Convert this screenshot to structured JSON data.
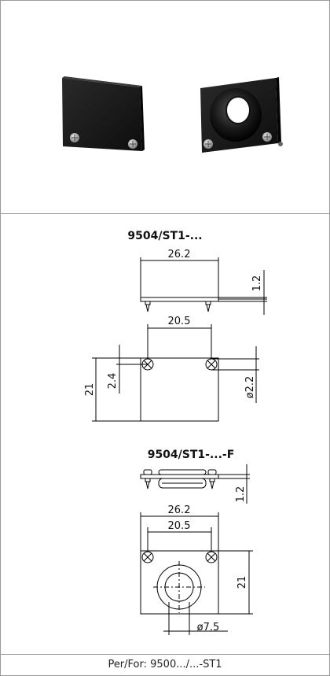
{
  "drawing_1": {
    "title": "9504/ST1-...",
    "width_label": "26.2",
    "thickness_label": "1.2",
    "hole_spacing_label": "20.5",
    "hole_offset_label": "2.4",
    "height_label": "21",
    "hole_diameter_label": "ø2.2"
  },
  "drawing_2": {
    "title": "9504/ST1-...-F",
    "thickness_label": "1.2",
    "width_label": "26.2",
    "hole_spacing_label": "20.5",
    "height_label": "21",
    "bore_diameter_label": "ø7.5"
  },
  "footer": {
    "text": "Per/For: 9500.../...-ST1"
  }
}
